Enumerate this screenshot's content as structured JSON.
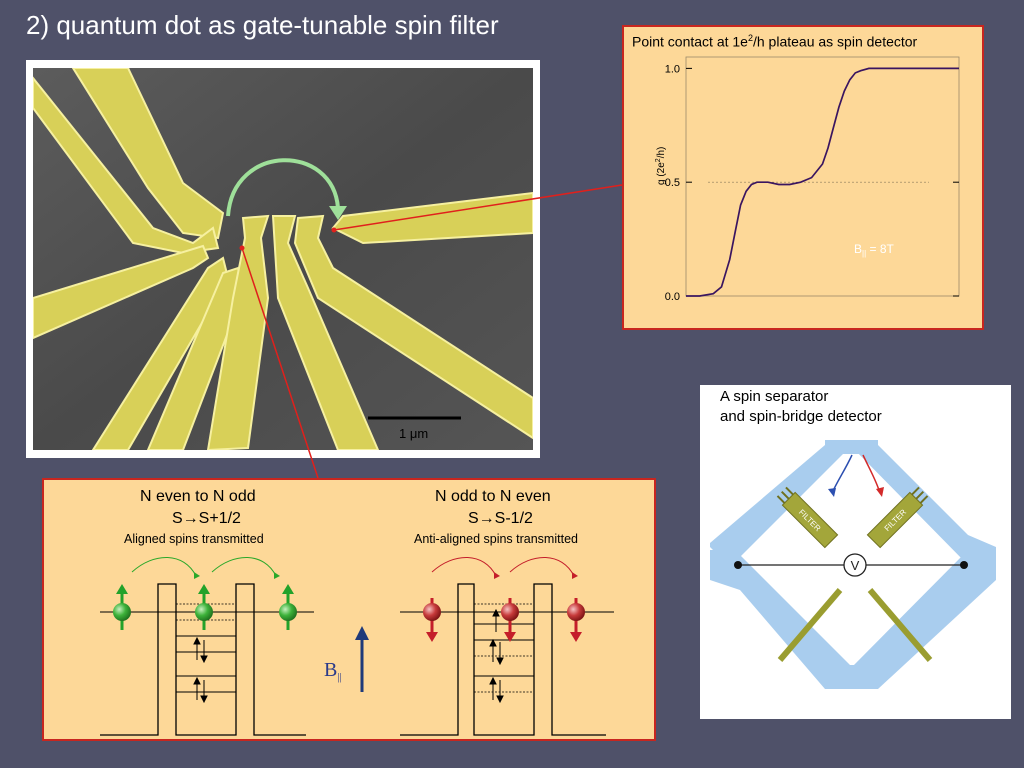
{
  "slide": {
    "title": "2) quantum dot as gate-tunable spin filter"
  },
  "sem": {
    "scale_label": "1 μm"
  },
  "point_contact": {
    "title_pre": "Point contact at 1e",
    "title_sup": "2",
    "title_post": "/h plateau as spin detector",
    "field_label_main": "B",
    "field_label_sub": "||",
    "field_label_value": " = 8T",
    "chart_data": {
      "type": "line",
      "title": "Point contact at 1e2/h plateau as spin detector",
      "ylabel": "g (2e²/h)",
      "yticks": [
        "0.0",
        "0.5",
        "1.0"
      ],
      "ylim": [
        0,
        1.05
      ],
      "grid": false,
      "reference_line": 0.5,
      "annotation": "B|| = 8T",
      "series": [
        {
          "x": [
            0,
            0.05,
            0.1,
            0.13,
            0.16,
            0.18,
            0.2,
            0.22,
            0.24,
            0.26,
            0.3,
            0.34,
            0.38,
            0.42,
            0.46,
            0.5,
            0.52,
            0.54,
            0.56,
            0.58,
            0.6,
            0.62,
            0.64,
            0.67,
            0.72,
            0.8,
            0.9,
            1.0
          ],
          "values": [
            0.0,
            0.0,
            0.01,
            0.04,
            0.16,
            0.28,
            0.4,
            0.46,
            0.49,
            0.5,
            0.5,
            0.49,
            0.49,
            0.5,
            0.52,
            0.58,
            0.65,
            0.74,
            0.83,
            0.9,
            0.95,
            0.98,
            0.99,
            1.0,
            1.0,
            1.0,
            1.0,
            1.0
          ]
        }
      ]
    }
  },
  "transitions": {
    "left": {
      "heading": "N even to N odd",
      "formula_s": "S",
      "formula_arrow": "→",
      "formula_rhs": "S+1/2",
      "note": "Aligned spins transmitted"
    },
    "right": {
      "heading": "N odd to N even",
      "formula_s": "S",
      "formula_arrow": "→",
      "formula_rhs": "S-1/2",
      "note": "Anti-aligned spins transmitted"
    },
    "field_main": "B",
    "field_sub": "||"
  },
  "separator": {
    "caption_line1": "A spin separator",
    "caption_line2": "and spin-bridge detector",
    "filter_label": "FILTER",
    "meter_label": "V"
  },
  "colors": {
    "slide_bg": "#4f5169",
    "panel_bg": "#fdd898",
    "panel_border": "#c8261f",
    "curve": "#3a1560",
    "gold_gate": "#d4cc55",
    "spin_up_green": "#22a22a",
    "spin_down_red": "#c41e2a",
    "bridge_blue": "#a9cdee"
  }
}
